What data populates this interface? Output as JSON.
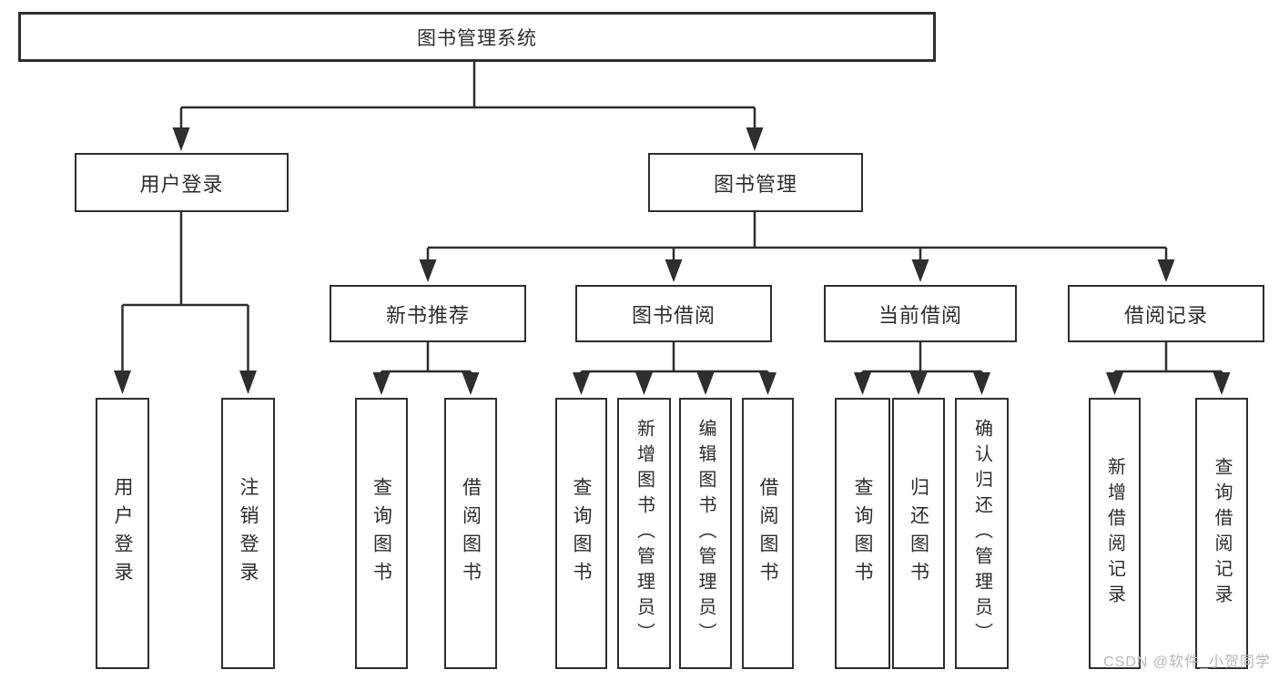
{
  "root_label": "图书管理系统",
  "level1": {
    "user": "用户登录",
    "book": "图书管理"
  },
  "level2": {
    "recommend": "新书推荐",
    "borrow": "图书借阅",
    "current": "当前借阅",
    "record": "借阅记录"
  },
  "leaves": {
    "user": [
      "用户登录",
      "注销登录"
    ],
    "recommend": [
      "查询图书",
      "借阅图书"
    ],
    "borrow": [
      "查询图书",
      "新增图书（管理员）",
      "编辑图书（管理员）",
      "借阅图书"
    ],
    "current": [
      "查询图书",
      "归还图书",
      "确认归还（管理员）"
    ],
    "record": [
      "新增借阅记录",
      "查询借阅记录"
    ]
  },
  "watermark": "CSDN @软件_小贺同学",
  "colors": {
    "line": "#2e2e2e",
    "text": "#2d2d2d",
    "watermark": "#b9b7b7",
    "background": "#ffffff"
  }
}
